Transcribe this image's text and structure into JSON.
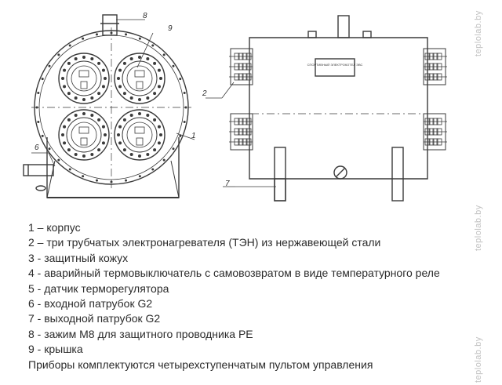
{
  "drawing": {
    "callouts": [
      "1",
      "2",
      "6",
      "7",
      "8",
      "9"
    ],
    "plate_text": "СПОРТИВНЫЙ ЭЛЕКТРОКОТЕЛ ЭВС"
  },
  "legend": [
    "1 – корпус",
    "2 – три трубчатых электронагревателя (ТЭН) из нержавеющей стали",
    "3 - защитный кожух",
    "4 - аварийный термовыключатель с самовозвратом в виде температурного реле",
    "5 - датчик терморегулятора",
    "6 - входной патрубок G2",
    "7 - выходной патрубок G2",
    "8 - зажим М8 для защитного проводника PE",
    "9 - крышка"
  ],
  "note": "Приборы комплектуются четырехступенчатым пультом управления",
  "watermark": "teplolab.by",
  "colors": {
    "line": "#3a3a3a",
    "text": "#2b2b2b",
    "watermark": "#c2c2c2"
  }
}
